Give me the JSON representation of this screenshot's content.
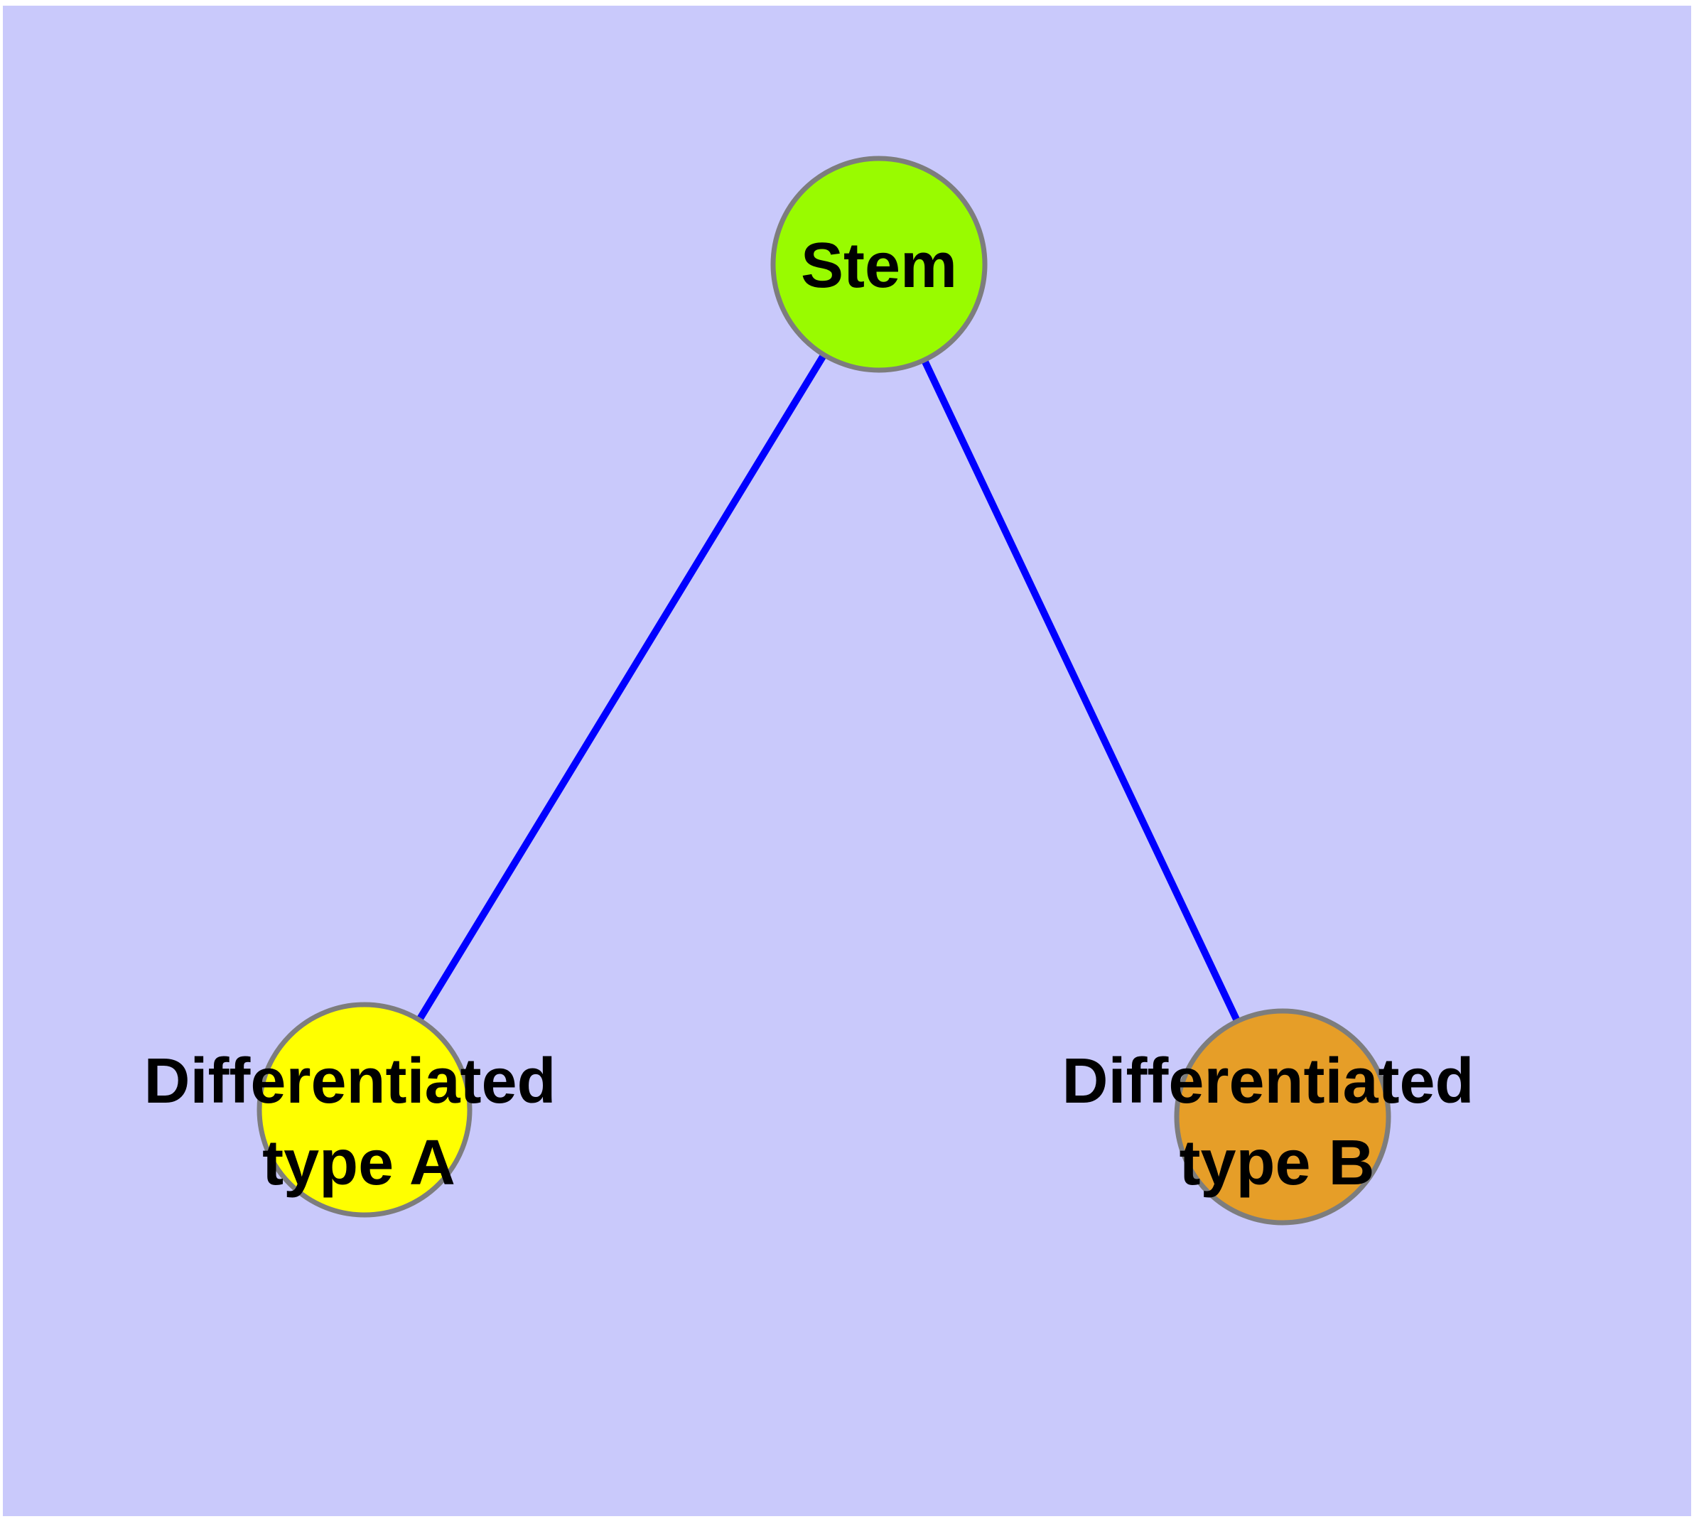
{
  "diagram": {
    "type": "graph",
    "background_color": "#C9C9FB",
    "frame_color": "#FFFFFF",
    "edge_color": "#0000FF",
    "node_border_color": "#7D7D7D",
    "label_color": "#000000",
    "nodes": [
      {
        "id": "stem",
        "label": "Stem",
        "label_line1": "Stem",
        "label_line2": "",
        "fill": "#99FB00"
      },
      {
        "id": "type_a",
        "label": "Differentiated type A",
        "label_line1": "Differentiated",
        "label_line2": "type A",
        "fill": "#FFFF00"
      },
      {
        "id": "type_b",
        "label": "Differentiated type B",
        "label_line1": "Differentiated",
        "label_line2": "type B",
        "fill": "#E69E28"
      }
    ],
    "edges": [
      {
        "from": "stem",
        "to": "type_a"
      },
      {
        "from": "stem",
        "to": "type_b"
      }
    ]
  }
}
